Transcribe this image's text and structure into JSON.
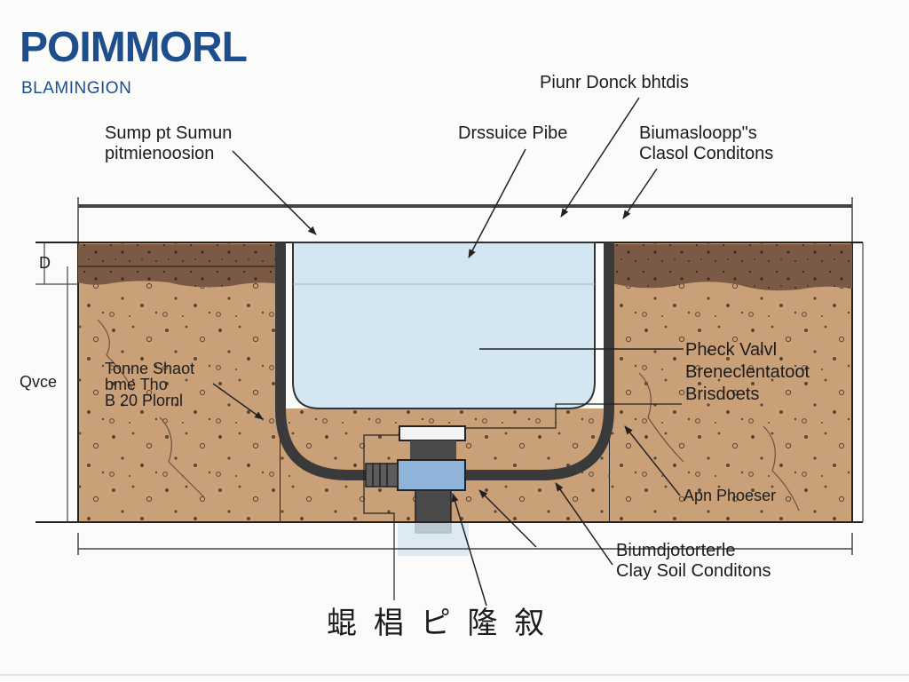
{
  "logo": {
    "title": "POIMMORL",
    "subtitle": "BLAMINGION"
  },
  "labels": {
    "sump_pit_line1": "Sump pt Sumun",
    "sump_pit_line2": "pitmienoosion",
    "discharge_pipe": "Drssuice Pibe",
    "plant_check": "Piunr Donck bhtdis",
    "clay_top_line1": "Biumasloopp\"s",
    "clay_top_line2": "Clasol Conditons",
    "side_marker": "D",
    "left_outer": "Qvce",
    "left_inner_line1": "Tonne  Shaot",
    "left_inner_line2": "bme  Tho",
    "left_inner_line3": "B 20 Plornl",
    "check_valve_line1": "Pheck Valvl",
    "check_valve_line2": "Breneclentatoot",
    "check_valve_line3": "Brisdoets",
    "apron": "Apn Phoeser",
    "clay_bottom_line1": "Biumdjotorterle",
    "clay_bottom_line2": "Clay Soil Conditons",
    "cjk_caption": "蜫 椙 ピ 隆  叙"
  },
  "colors": {
    "brand": "#1f4e8c",
    "soil": "#caa079",
    "topsoil": "#7a5a45",
    "water": "#d4e6f2",
    "pipe": "#4a4a4a",
    "valve": "#8fb3d9"
  }
}
